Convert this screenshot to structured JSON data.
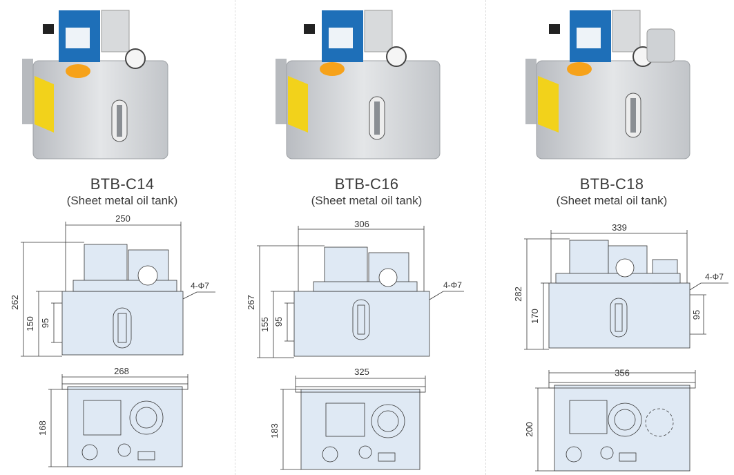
{
  "products": [
    {
      "model": "BTB-C14",
      "subtitle": "(Sheet metal oil tank)",
      "front": {
        "width": "250",
        "height": "262",
        "tank_height": "150",
        "mount_spacing": "95",
        "hole_label": "4-Φ7"
      },
      "top": {
        "width": "268",
        "depth": "168"
      }
    },
    {
      "model": "BTB-C16",
      "subtitle": "(Sheet metal oil tank)",
      "front": {
        "width": "306",
        "height": "267",
        "tank_height": "155",
        "mount_spacing": "95",
        "hole_label": "4-Φ7"
      },
      "top": {
        "width": "325",
        "depth": "183"
      }
    },
    {
      "model": "BTB-C18",
      "subtitle": "(Sheet metal oil tank)",
      "front": {
        "width": "339",
        "height": "282",
        "tank_height": "170",
        "mount_spacing": "95",
        "hole_label": "4-Φ7"
      },
      "top": {
        "width": "356",
        "depth": "200"
      }
    }
  ],
  "colors": {
    "drawing_fill": "#dfe9f4",
    "line": "#333333",
    "tank_silver": "#c9ccd0",
    "label_yellow": "#f2d21b",
    "panel_blue": "#1e6fb8"
  }
}
